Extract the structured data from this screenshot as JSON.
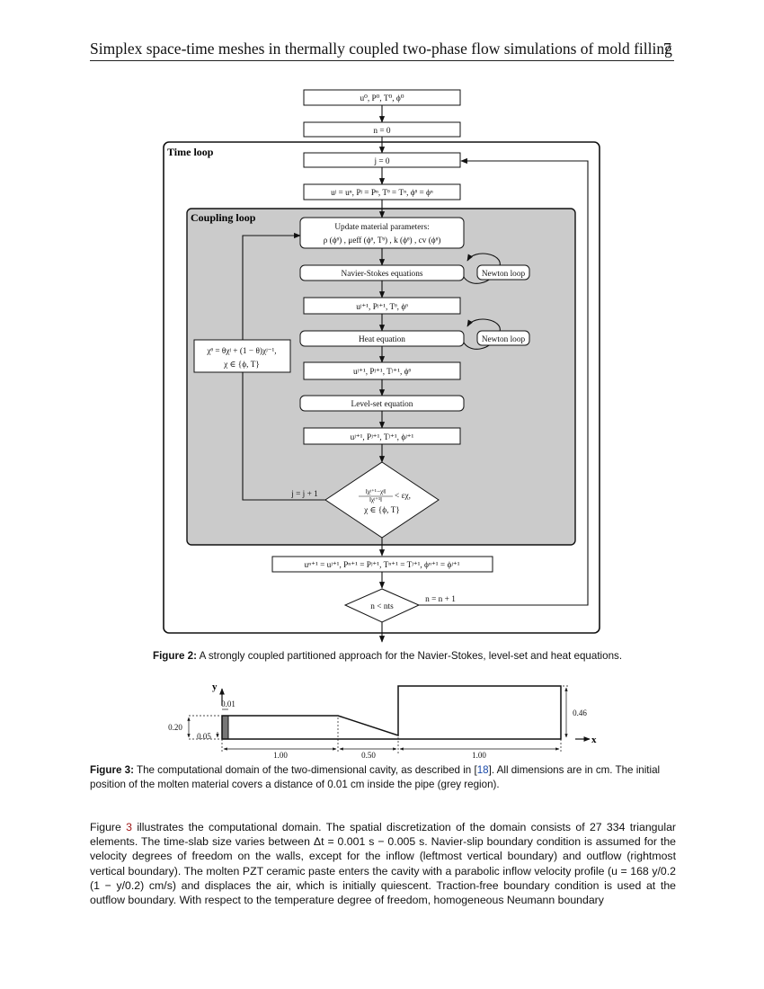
{
  "header": {
    "title": "Simplex space-time meshes in thermally coupled two-phase flow simulations of mold filling",
    "page_number": "7"
  },
  "flowchart": {
    "init_state": "u⁰, P⁰, T⁰, ϕ⁰",
    "n_init": "n = 0",
    "time_loop_label": "Time loop",
    "j_init": "j = 0",
    "assign": "uʲ = uⁿ, Pʲ = Pⁿ, Tᶿ = Tⁿ, ϕᶿ = ϕⁿ",
    "coupling_loop_label": "Coupling loop",
    "update_title": "Update material parameters:",
    "update_params": "ρ (ϕᶿ) , μeff (ϕᶿ, Tᶿ) , k (ϕᶿ) , cv (ϕᶿ)",
    "navier_stokes": "Navier-Stokes equations",
    "newton_loop_1": "Newton loop",
    "state_after_ns": "uʲ⁺¹, Pʲ⁺¹, Tᶿ, ϕᶿ",
    "heat_equation": "Heat equation",
    "newton_loop_2": "Newton loop",
    "state_after_heat": "uʲ⁺¹, Pʲ⁺¹, Tʲ⁺¹, ϕᶿ",
    "level_set": "Level-set equation",
    "state_after_ls": "uʲ⁺¹, Pʲ⁺¹, Tʲ⁺¹, ϕʲ⁺¹",
    "relax_line1": "χᶿ = θχʲ + (1 − θ)χʲ⁻¹,",
    "relax_line2": "χ ∈ {ϕ, T}",
    "j_increment": "j = j + 1",
    "conv_num": "‖χʲ⁺¹−χʲ‖",
    "conv_den": "‖χʲ⁺¹‖",
    "conv_rel": "< εχ,",
    "conv_set": "χ ∈ {ϕ, T}",
    "final_assign": "uⁿ⁺¹ = uʲ⁺¹, Pⁿ⁺¹ = Pʲ⁺¹, Tⁿ⁺¹ = Tʲ⁺¹, ϕⁿ⁺¹ = ϕʲ⁺¹",
    "n_check": "n < nts",
    "n_increment": "n = n + 1"
  },
  "figure2_caption": {
    "label": "Figure 2:",
    "text": "A strongly coupled partitioned approach for the Navier-Stokes, level-set and heat equations."
  },
  "domain_figure": {
    "y_axis": "y",
    "x_axis": "x",
    "dim_001": "0.01",
    "dim_020": "0.20",
    "dim_005": "0.05",
    "dim_046": "0.46",
    "dim_100_left": "1.00",
    "dim_050": "0.50",
    "dim_100_right": "1.00"
  },
  "figure3_caption": {
    "label": "Figure 3:",
    "text_a": "The computational domain of the two-dimensional cavity, as described in [",
    "ref": "18",
    "text_b": "]. All dimensions are in cm. The initial position of the molten material covers a distance of 0.01 cm inside the pipe (grey region)."
  },
  "body": {
    "ref_fig": "3",
    "text_a": "illustrates the computational domain. The spatial discretization of the domain consists of 27 334 triangular elements. The time-slab size varies between Δt = 0.001 s − 0.005 s. Navier-slip boundary condition is assumed for the velocity degrees of freedom on the walls, except for the inflow (leftmost vertical boundary) and outflow (rightmost vertical boundary). The molten PZT ceramic paste enters the cavity with a parabolic inflow velocity profile (u = 168 y/0.2 (1 − y/0.2) cm/s) and displaces the air, which is initially quiescent. Traction-free boundary condition is used at the outflow boundary. With respect to the temperature degree of freedom, homogeneous Neumann boundary",
    "lead": "Figure"
  }
}
